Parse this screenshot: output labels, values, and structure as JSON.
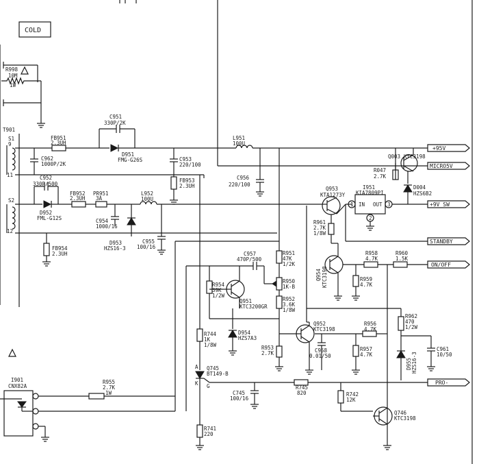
{
  "cold_label": "COLD",
  "rails": {
    "p95v": "+95V",
    "micro5v": "MICRO5V",
    "p9v_sw": "+9V_SW",
    "standby": "STANDBY",
    "on_off": "ON/OFF",
    "pro": "PRO-"
  },
  "components": {
    "r998": {
      "ref": "R998",
      "v1": "10M",
      "v2": "1W"
    },
    "t901": {
      "ref": "T901",
      "p1": "S1",
      "p2": "9",
      "p3": "11",
      "p4": "S2",
      "p5": "12"
    },
    "fb951": {
      "ref": "FB951",
      "val": "2.3UH"
    },
    "c951": {
      "ref": "C951",
      "val": "330P/2K"
    },
    "d951": {
      "ref": "D951",
      "val": "FMG-G26S"
    },
    "c962": {
      "ref": "C962",
      "val": "1000P/2K"
    },
    "c953": {
      "ref": "C953",
      "val": "220/100"
    },
    "fb953": {
      "ref": "FB953",
      "val": "2.3UH"
    },
    "l951": {
      "ref": "L951",
      "val": "100U"
    },
    "c956": {
      "ref": "C956",
      "val": "220/100"
    },
    "c952": {
      "ref": "C952",
      "val": "330P/500"
    },
    "fb952": {
      "ref": "FB952",
      "val": "2.3UH"
    },
    "pr951": {
      "ref": "PR951",
      "val": "3A"
    },
    "l952": {
      "ref": "L952",
      "val": "100U"
    },
    "d952": {
      "ref": "D952",
      "val": "FML-G12S"
    },
    "c954": {
      "ref": "C954",
      "val": "1000/16"
    },
    "d953": {
      "ref": "D953",
      "val": "HZS16-3"
    },
    "c955": {
      "ref": "C955",
      "val": "100/16"
    },
    "fb954": {
      "ref": "FB954",
      "val": "2.3UH"
    },
    "q003": {
      "ref": "Q003",
      "val": "KTC3198"
    },
    "r047": {
      "ref": "R047",
      "val": "2.7K"
    },
    "d004": {
      "ref": "D004",
      "val": "HZS6B2"
    },
    "q953": {
      "ref": "Q953",
      "val": "KTA1273Y"
    },
    "i951": {
      "ref": "I951",
      "val": "KIA7809PI",
      "in": "IN",
      "out": "OUT",
      "pin1": "1",
      "pin2": "2",
      "pin3": "3"
    },
    "r961": {
      "ref": "R961",
      "v1": "2.7K",
      "v2": "1/8W"
    },
    "r951": {
      "ref": "R951",
      "v1": "47K",
      "v2": "1/2K"
    },
    "c957": {
      "ref": "C957",
      "val": "470P/500"
    },
    "r954": {
      "ref": "R954",
      "v1": "39K",
      "v2": "1/2W"
    },
    "q951": {
      "ref": "Q951",
      "val": "KTC3200GR"
    },
    "r950": {
      "ref": "R950",
      "val": "1K-B"
    },
    "r952": {
      "ref": "R952",
      "v1": "3.6K",
      "v2": "1/8W"
    },
    "q954": {
      "ref": "Q954",
      "val": "KTC3198"
    },
    "r958": {
      "ref": "R958",
      "val": "4.7K"
    },
    "r960": {
      "ref": "R960",
      "val": "1.5K"
    },
    "r959": {
      "ref": "R959",
      "val": "4.7K"
    },
    "d954": {
      "ref": "D954",
      "val": "HZS7A3"
    },
    "r744": {
      "ref": "R744",
      "v1": "1K",
      "v2": "1/8W"
    },
    "r953": {
      "ref": "R953",
      "val": "2.7K"
    },
    "q952": {
      "ref": "Q952",
      "val": "KTC3198"
    },
    "r956": {
      "ref": "R956",
      "val": "4.7K"
    },
    "r962": {
      "ref": "R962",
      "v1": "470",
      "v2": "1/2W"
    },
    "c958": {
      "ref": "C958",
      "val": "0.01/50"
    },
    "r957": {
      "ref": "R957",
      "val": "4.7K"
    },
    "d955": {
      "ref": "D955",
      "val": "HZS16-3"
    },
    "c961": {
      "ref": "C961",
      "val": "10/50"
    },
    "q745": {
      "ref": "Q745",
      "val": "BT149-B",
      "a": "A",
      "k": "K",
      "g": "G"
    },
    "i901": {
      "ref": "I901",
      "val": "CNX82A"
    },
    "r955": {
      "ref": "R955",
      "v1": "2.7K",
      "v2": "1W"
    },
    "c745": {
      "ref": "C745",
      "val": "100/16"
    },
    "r745": {
      "ref": "R745",
      "val": "820"
    },
    "r742": {
      "ref": "R742",
      "val": "12K"
    },
    "r741": {
      "ref": "R741",
      "val": "220"
    },
    "q746": {
      "ref": "Q746",
      "val": "KTC3198"
    }
  }
}
